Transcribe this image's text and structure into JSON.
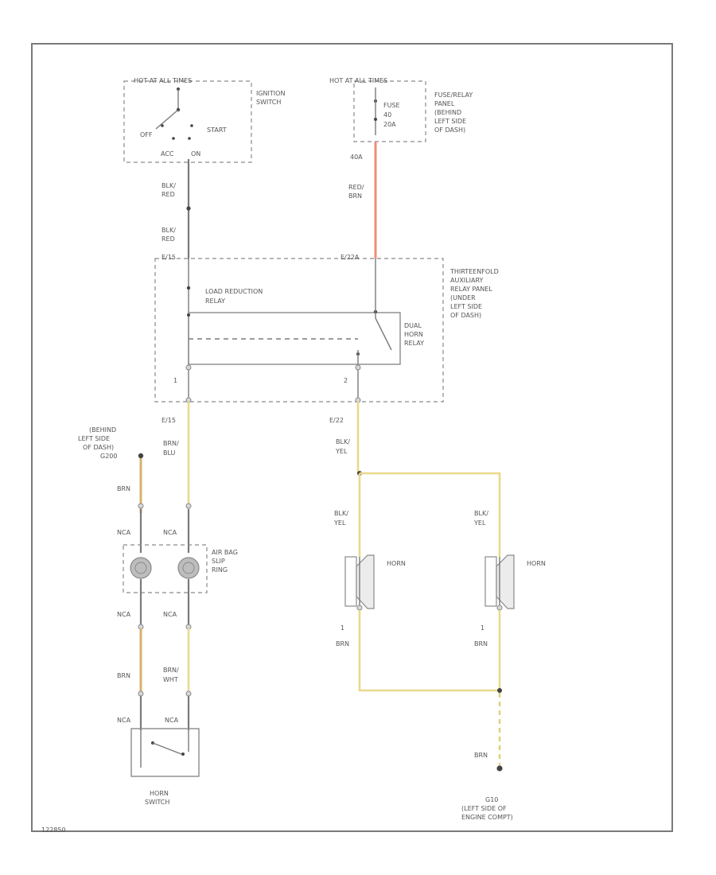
{
  "ignition": {
    "header": "HOT AT ALL TIMES",
    "name_l1": "IGNITION",
    "name_l2": "SWITCH",
    "off": "OFF",
    "start": "START",
    "acc": "ACC",
    "on": "ON"
  },
  "fuse": {
    "header": "HOT AT ALL TIMES",
    "l1": "FUSE",
    "l2": "40",
    "l3": "20A",
    "panel_l1": "FUSE/RELAY",
    "panel_l2": "PANEL",
    "panel_l3": "(BEHIND",
    "panel_l4": "LEFT SIDE",
    "panel_l5": "OF DASH)",
    "term": "40A"
  },
  "wires": {
    "blk_red_a_l1": "BLK/",
    "blk_red_a_l2": "RED",
    "blk_red_b_l1": "BLK/",
    "blk_red_b_l2": "RED",
    "red_brn_l1": "RED/",
    "red_brn_l2": "BRN",
    "brn_blu_l1": "BRN/",
    "brn_blu_l2": "BLU",
    "blk_yel_l1": "BLK/",
    "blk_yel_l2": "YEL",
    "blk_yel_a_l1": "BLK/",
    "blk_yel_a_l2": "YEL",
    "blk_yel_b_l1": "BLK/",
    "blk_yel_b_l2": "YEL",
    "brn_left": "BRN",
    "brn_left2": "BRN",
    "brn_wht_l1": "BRN/",
    "brn_wht_l2": "WHT",
    "brn_horn_a": "BRN",
    "brn_horn_b": "BRN",
    "brn_ground": "BRN"
  },
  "relay_panel": {
    "term_top_left": "E/15",
    "term_top_right": "E/22A",
    "load_l1": "LOAD REDUCTION",
    "load_l2": "RELAY",
    "name_l1": "THIRTEENFOLD",
    "name_l2": "AUXILIARY",
    "name_l3": "RELAY PANEL",
    "name_l4": "(UNDER",
    "name_l5": "LEFT SIDE",
    "name_l6": "OF DASH)",
    "horn_relay_l1": "DUAL",
    "horn_relay_l2": "HORN",
    "horn_relay_l3": "RELAY",
    "pin1": "1",
    "pin2": "2",
    "term_bot_left": "E/15",
    "term_bot_right": "E/22"
  },
  "ground_left": {
    "l1": "(BEHIND",
    "l2": "LEFT SIDE",
    "l3": "OF DASH)",
    "l4": "G200"
  },
  "airbag": {
    "nca_1": "NCA",
    "nca_2": "NCA",
    "nca_3": "NCA",
    "nca_4": "NCA",
    "nca_5": "NCA",
    "nca_6": "NCA",
    "l1": "AIR BAG",
    "l2": "SLIP",
    "l3": "RING"
  },
  "horn_switch": {
    "l1": "HORN",
    "l2": "SWITCH"
  },
  "horns": {
    "a_label": "HORN",
    "a_pin": "1",
    "b_label": "HORN",
    "b_pin": "1"
  },
  "ground_right": {
    "l1": "G10",
    "l2": "(LEFT SIDE OF",
    "l3": "ENGINE COMPT)"
  },
  "footer": {
    "id": "122850"
  }
}
